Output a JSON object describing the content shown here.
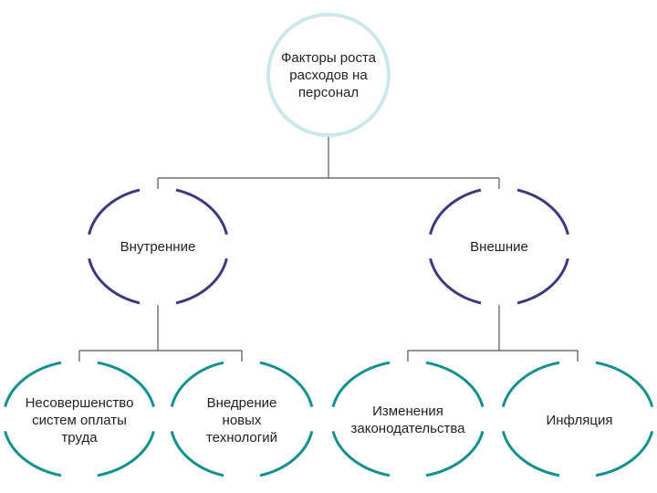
{
  "diagram": {
    "root": {
      "label": "Факторы роста\nрасходов на\nперсонал"
    },
    "level1": [
      {
        "label": "Внутренние"
      },
      {
        "label": "Внешние"
      }
    ],
    "level2": [
      {
        "label": "Несовершенство\nсистем оплаты\nтруда"
      },
      {
        "label": "Внедрение\nновых\nтехнологий"
      },
      {
        "label": "Изменения\nзаконодательства"
      },
      {
        "label": "Инфляция"
      }
    ]
  },
  "colors": {
    "root_ring": "#cde8ea",
    "level1_ring": "#3b3a7e",
    "level2_ring": "#13918f",
    "connector": "#555555",
    "text": "#222222"
  }
}
